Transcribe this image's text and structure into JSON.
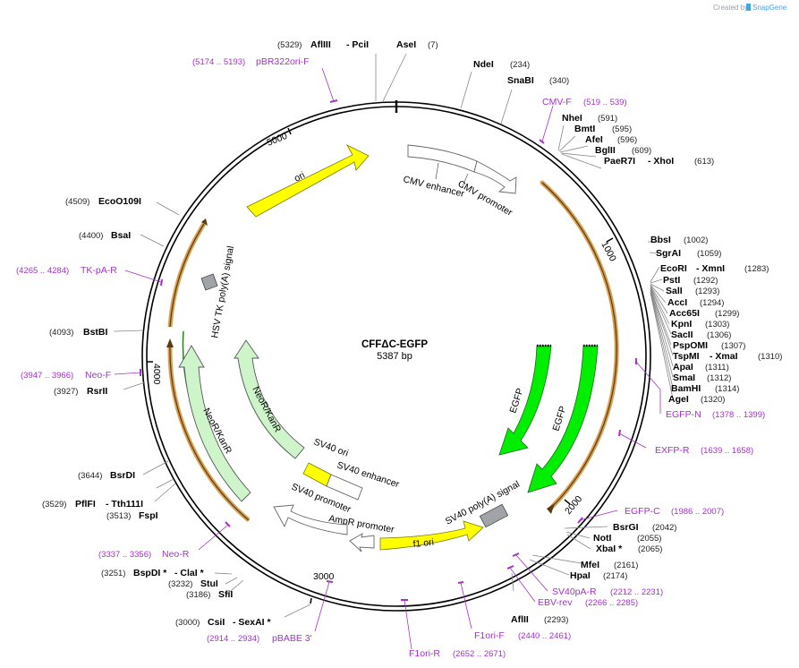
{
  "credit": {
    "text": "Created by",
    "brand": "SnapGene"
  },
  "plasmid": {
    "name": "CFFΔC-EGFP",
    "size": "5387 bp",
    "length": 5387
  },
  "ticks": [
    "1000",
    "2000",
    "3000",
    "4000",
    "5000"
  ],
  "colors": {
    "backbone": "#000000",
    "primer": "#a232c8",
    "ori": "#ffff00",
    "egfp": "#00ee00",
    "neo": "#cdf5c9",
    "orange": "#f0c080",
    "signal": "#a0a4a8"
  },
  "sites": [
    {
      "name": "AflIII",
      "pos": "(5329)"
    },
    {
      "name": "- PciI",
      "pos": ""
    },
    {
      "name": "AseI",
      "pos": "(7)"
    },
    {
      "name": "NdeI",
      "pos": "(234)"
    },
    {
      "name": "SnaBI",
      "pos": "(340)"
    },
    {
      "name": "NheI",
      "pos": "(591)"
    },
    {
      "name": "BmtI",
      "pos": "(595)"
    },
    {
      "name": "AfeI",
      "pos": "(596)"
    },
    {
      "name": "BglII",
      "pos": "(609)"
    },
    {
      "name": "PaeR7I",
      "pos": ""
    },
    {
      "name": "- XhoI",
      "pos": "(613)"
    },
    {
      "name": "BbsI",
      "pos": "(1002)"
    },
    {
      "name": "SgrAI",
      "pos": "(1059)"
    },
    {
      "name": "EcoRI",
      "pos": ""
    },
    {
      "name": "- XmnI",
      "pos": "(1283)"
    },
    {
      "name": "PstI",
      "pos": "(1292)"
    },
    {
      "name": "SalI",
      "pos": "(1293)"
    },
    {
      "name": "AccI",
      "pos": "(1294)"
    },
    {
      "name": "Acc65I",
      "pos": "(1299)"
    },
    {
      "name": "KpnI",
      "pos": "(1303)"
    },
    {
      "name": "SacII",
      "pos": "(1306)"
    },
    {
      "name": "PspOMI",
      "pos": "(1307)"
    },
    {
      "name": "TspMI",
      "pos": ""
    },
    {
      "name": "- XmaI",
      "pos": "(1310)"
    },
    {
      "name": "ApaI",
      "pos": "(1311)"
    },
    {
      "name": "SmaI",
      "pos": "(1312)"
    },
    {
      "name": "BamHI",
      "pos": "(1314)"
    },
    {
      "name": "AgeI",
      "pos": "(1320)"
    },
    {
      "name": "BsrGI",
      "pos": "(2042)"
    },
    {
      "name": "NotI",
      "pos": "(2055)"
    },
    {
      "name": "XbaI *",
      "pos": "(2065)"
    },
    {
      "name": "MfeI",
      "pos": "(2161)"
    },
    {
      "name": "HpaI",
      "pos": "(2174)"
    },
    {
      "name": "AflII",
      "pos": "(2293)"
    },
    {
      "name": "CsiI",
      "pos": "(3000)"
    },
    {
      "name": "- SexAI *",
      "pos": ""
    },
    {
      "name": "SfiI",
      "pos": "(3186)"
    },
    {
      "name": "StuI",
      "pos": "(3232)"
    },
    {
      "name": "BspDI *",
      "pos": "(3251)"
    },
    {
      "name": "- ClaI *",
      "pos": ""
    },
    {
      "name": "FspI",
      "pos": "(3513)"
    },
    {
      "name": "PflFI",
      "pos": "(3529)"
    },
    {
      "name": "- Tth111I",
      "pos": ""
    },
    {
      "name": "BsrDI",
      "pos": "(3644)"
    },
    {
      "name": "RsrII",
      "pos": "(3927)"
    },
    {
      "name": "BstBI",
      "pos": "(4093)"
    },
    {
      "name": "BsaI",
      "pos": "(4400)"
    },
    {
      "name": "EcoO109I",
      "pos": "(4509)"
    }
  ],
  "primers": [
    {
      "name": "pBR322ori-F",
      "pos": "(5174 .. 5193)"
    },
    {
      "name": "CMV-F",
      "pos": "(519 .. 539)"
    },
    {
      "name": "EGFP-N",
      "pos": "(1378 .. 1399)"
    },
    {
      "name": "EXFP-R",
      "pos": "(1639 .. 1658)"
    },
    {
      "name": "EGFP-C",
      "pos": "(1986 .. 2007)"
    },
    {
      "name": "SV40pA-R",
      "pos": "(2212 .. 2231)"
    },
    {
      "name": "EBV-rev",
      "pos": "(2266 .. 2285)"
    },
    {
      "name": "F1ori-F",
      "pos": "(2440 .. 2461)"
    },
    {
      "name": "F1ori-R",
      "pos": "(2652 .. 2671)"
    },
    {
      "name": "pBABE 3'",
      "pos": "(2914 .. 2934)"
    },
    {
      "name": "Neo-R",
      "pos": "(3337 .. 3356)"
    },
    {
      "name": "Neo-F",
      "pos": "(3947 .. 3966)"
    },
    {
      "name": "TK-pA-R",
      "pos": "(4265 .. 4284)"
    }
  ],
  "features": {
    "cmv_enhancer": "CMV enhancer",
    "cmv_promoter": "CMV promoter",
    "ori": "ori",
    "hsv_tk": "HSV TK poly(A) signal",
    "neo_inner": "NeoR/KanR",
    "neo_outer": "NeoR/KanR",
    "egfp_inner": "EGFP",
    "egfp_outer": "EGFP",
    "sv40_ori": "SV40 ori",
    "sv40_enhancer": "SV40 enhancer",
    "sv40_promoter": "SV40 promoter",
    "ampr_promoter": "AmpR promoter",
    "f1_ori": "f1 ori",
    "sv40_polya": "SV40 poly(A) signal"
  }
}
